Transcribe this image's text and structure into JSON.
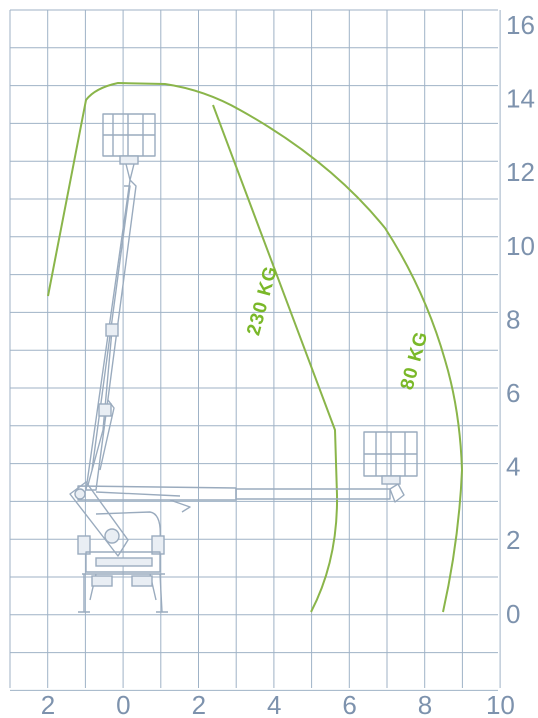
{
  "axes": {
    "x_ticks": [
      "2",
      "0",
      "2",
      "4",
      "6",
      "8",
      "10"
    ],
    "y_ticks": [
      "16",
      "14",
      "12",
      "10",
      "8",
      "6",
      "4",
      "2",
      "0"
    ]
  },
  "load_labels": {
    "inner": "230 KG",
    "outer": "80 KG"
  },
  "colors": {
    "grid": "#9fb2c6",
    "envelope": "#8ab54a",
    "label_green": "#7ab829",
    "tick_text": "#7d92ad",
    "machine": "#9aabbe"
  }
}
